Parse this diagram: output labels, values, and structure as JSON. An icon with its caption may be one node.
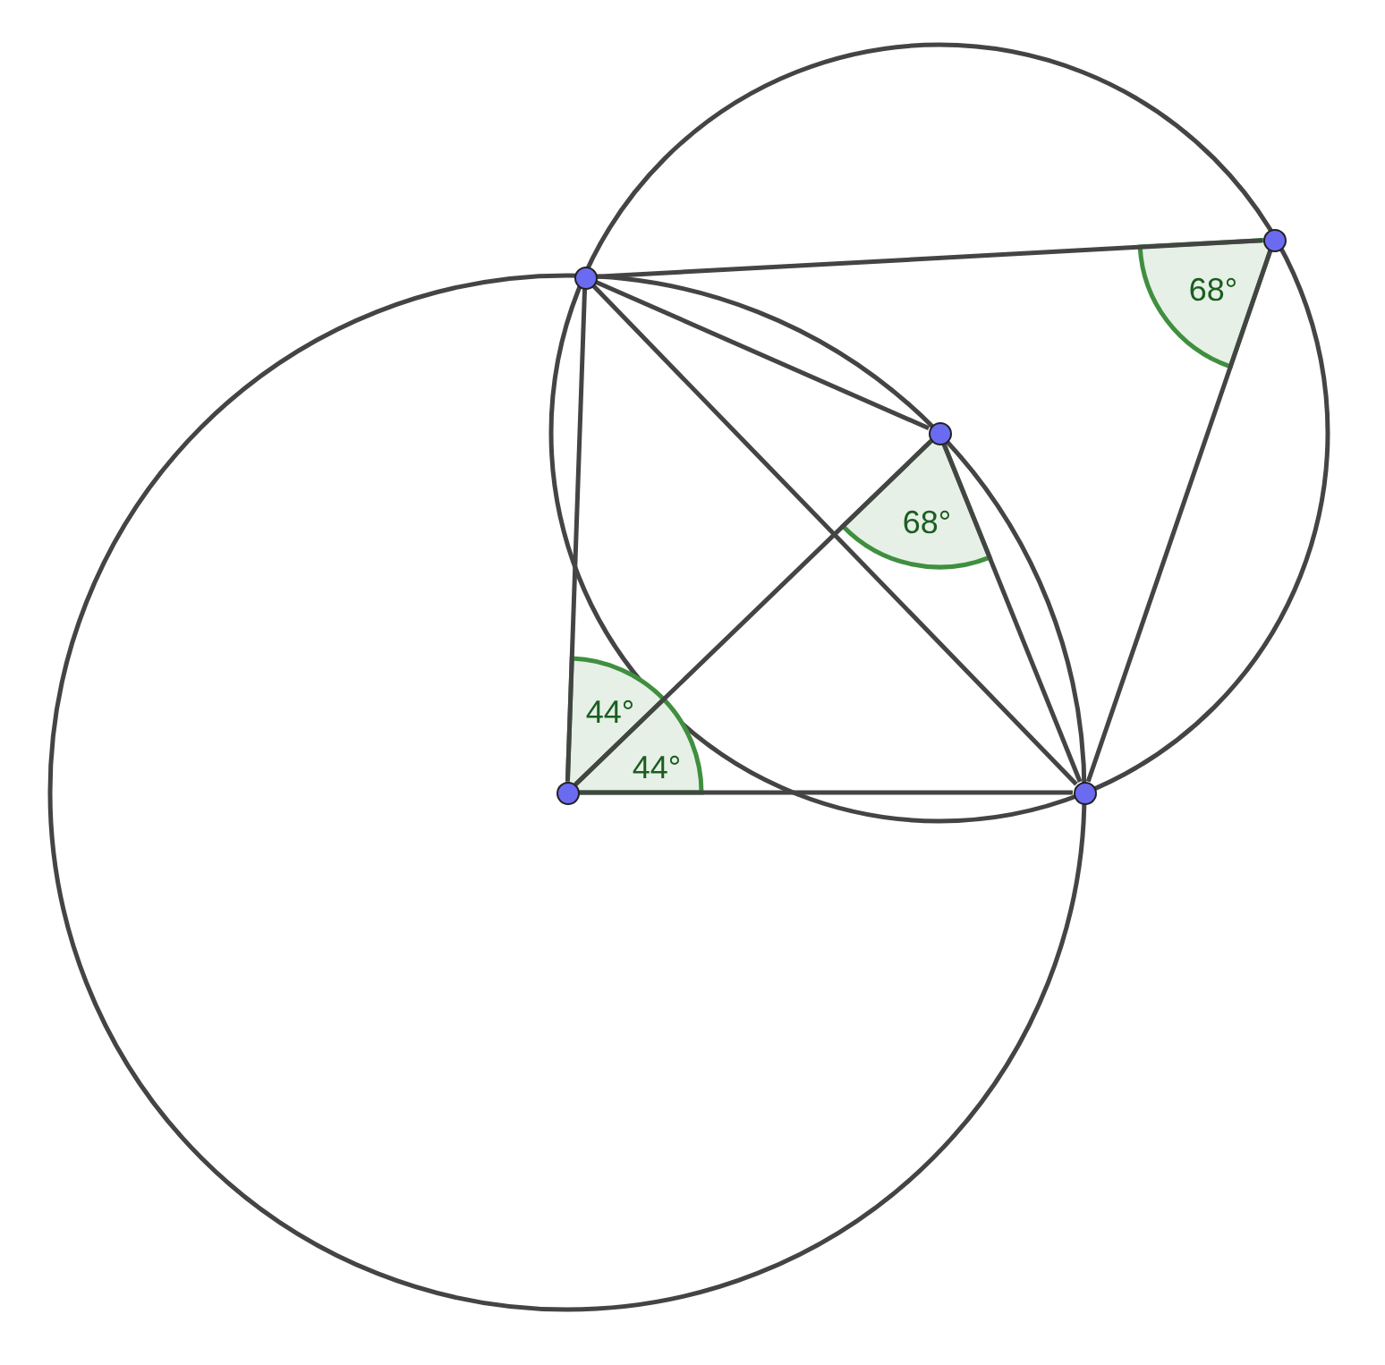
{
  "diagram": {
    "nodes": [
      {
        "text": [],
        "shape": "circle"
      },
      {
        "text": [],
        "shape": "circle"
      },
      {
        "text": [],
        "shape": "circle"
      },
      {
        "text": [],
        "shape": "circle"
      },
      {
        "text": [],
        "shape": "circle"
      }
    ],
    "edges": [
      {
        "from": 0,
        "to": 1,
        "arrow": "none"
      },
      {
        "from": 1,
        "to": 4,
        "arrow": "none"
      },
      {
        "from": 0,
        "to": 2,
        "arrow": "none"
      },
      {
        "from": 2,
        "to": 4,
        "arrow": "none"
      },
      {
        "from": 0,
        "to": 4,
        "arrow": "none"
      },
      {
        "from": 0,
        "to": 3,
        "arrow": "none"
      },
      {
        "from": 3,
        "to": 4,
        "arrow": "none"
      },
      {
        "from": 3,
        "to": 2,
        "arrow": "none"
      }
    ],
    "labels": [
      "68°",
      "68°",
      "44°",
      "44°"
    ]
  }
}
